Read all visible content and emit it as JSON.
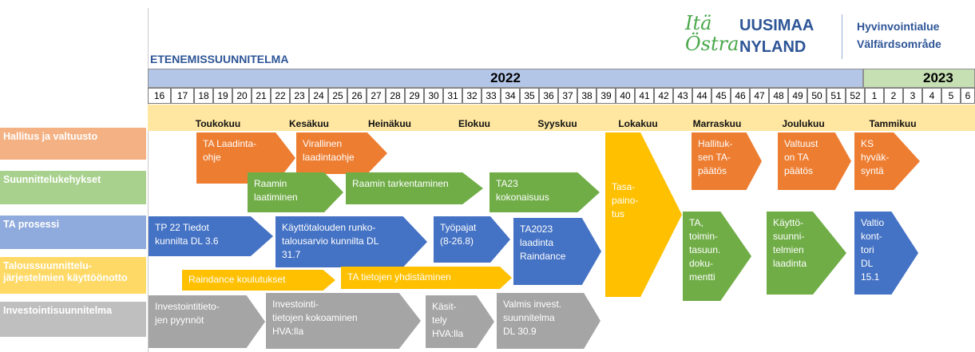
{
  "header": {
    "title": "ETENEMISSUUNNITELMA",
    "logo_ita": "Itä",
    "logo_uusimaa": "UUSIMAA",
    "logo_ostra": "Östra",
    "logo_nyland": "NYLAND",
    "org_fi": "Hyvinvointialue",
    "org_sv": "Välfärdsområde"
  },
  "timeline": {
    "year_2022": "2022",
    "year_2023": "2023",
    "weeks": [
      "16",
      "17",
      "18",
      "19",
      "20",
      "21",
      "22",
      "23",
      "24",
      "25",
      "26",
      "27",
      "28",
      "29",
      "30",
      "31",
      "32",
      "33",
      "34",
      "35",
      "36",
      "37",
      "38",
      "39",
      "40",
      "41",
      "42",
      "43",
      "44",
      "45",
      "46",
      "47",
      "48",
      "49",
      "50",
      "51",
      "52",
      "1",
      "2",
      "3",
      "4",
      "5",
      "6"
    ],
    "months": [
      "Toukokuu",
      "Kesäkuu",
      "Heinäkuu",
      "Elokuu",
      "Syyskuu",
      "Lokakuu",
      "Marraskuu",
      "Joulukuu",
      "Tammikuu"
    ]
  },
  "rows": {
    "hallitus": "Hallitus ja valtuusto",
    "suunnittelu": "Suunnittelukehykset",
    "ta_prosessi": "TA prosessi",
    "talous": "Taloussuunnittelu-\njärjestelmien käyttöönotto",
    "investointi": "Investointisuunnitelma"
  },
  "tasks": {
    "ta_laadintaohje": "TA Laadinta-\nohje",
    "virallinen": "Virallinen\nlaadintaohje",
    "hallituksen": "Hallituk-\nsen TA-\npäätös",
    "valtuuston": "Valtuust\non TA\npäätös",
    "ks": "KS\nhyväk-\nsyntä",
    "raamin_laatiminen": "Raamin\nlaatiminen",
    "raamin_tarkentaminen": "Raamin tarkentaminen",
    "ta23_kokonaisuus": "TA23\nkokonaisuus",
    "tasapainotus": "Tasa-\npaino-\ntus",
    "tp22": "TP 22 Tiedot\nkunnilta DL 3.6",
    "kayttotalouden": "Käyttötalouden runko-\ntalousarvio kunnilta DL\n31.7",
    "tyopajat": "Työpajat\n(8-26.8)",
    "ta2023": "TA2023\nlaadinta\nRaindance",
    "ta_dokumentti": "TA,\ntoimin-\ntasuun.\ndoku-\nmentti",
    "kayttosuunnitelmien": "Käyttö-\nsuunni-\ntelmien\nlaadinta",
    "valtiokonttori": "Valtio\nkont-\ntori\nDL\n15.1",
    "raindance_koulutukset": "Raindance koulutukset",
    "ta_tietojen": "TA tietojen yhdistäminen",
    "investointitietojen_pyynnot": "Investointitieto-\njen pyynnöt",
    "investointitietojen_kokoaminen": "Investointi-\ntietojen kokoaminen\nHVA:lla",
    "kasittely": "Käsit-\ntely\nHVA:lla",
    "valmis": "Valmis invest.\nsuunnitelma\nDL 30.9"
  },
  "colors": {
    "orange": "#ed7d31",
    "green": "#70ad47",
    "blue": "#4472c4",
    "yellow": "#ffc000",
    "gray": "#a5a5a5",
    "year_2022_bg": "#b4c6e7",
    "year_2023_bg": "#c6e0b4",
    "months_bg": "#ffe7a1",
    "title_blue": "#2e5597"
  }
}
